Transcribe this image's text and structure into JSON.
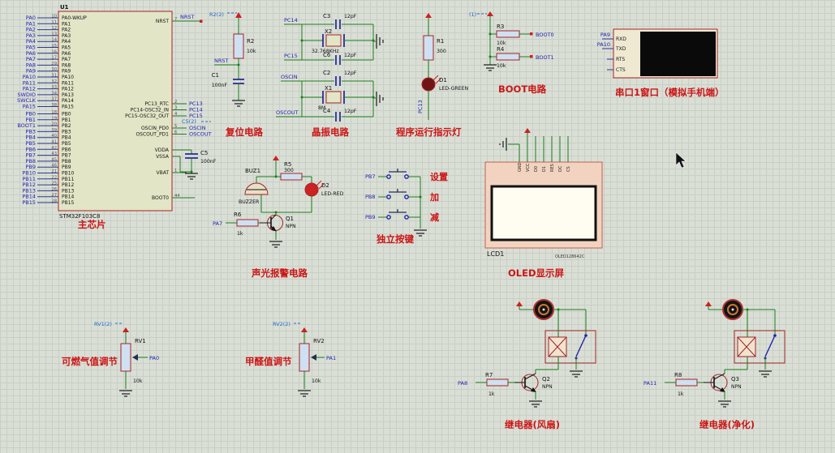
{
  "colors": {
    "wire": "#1b7f1b",
    "net_label": "#2222b0",
    "caption": "#cc1515",
    "outline": "#a52424"
  },
  "chip": {
    "ref": "U1",
    "part": "STM32F103C8",
    "caption": "主芯片",
    "left_pins": [
      {
        "net": "PA0",
        "num": "10",
        "name": "PA0-WKUP"
      },
      {
        "net": "PA1",
        "num": "11",
        "name": "PA1"
      },
      {
        "net": "PA2",
        "num": "12",
        "name": "PA2"
      },
      {
        "net": "PA3",
        "num": "13",
        "name": "PA3"
      },
      {
        "net": "PA4",
        "num": "14",
        "name": "PA4"
      },
      {
        "net": "PA5",
        "num": "15",
        "name": "PA5"
      },
      {
        "net": "PA6",
        "num": "16",
        "name": "PA6"
      },
      {
        "net": "PA7",
        "num": "17",
        "name": "PA7"
      },
      {
        "net": "PA8",
        "num": "29",
        "name": "PA8"
      },
      {
        "net": "PA9",
        "num": "30",
        "name": "PA9"
      },
      {
        "net": "PA10",
        "num": "31",
        "name": "PA10"
      },
      {
        "net": "PA11",
        "num": "32",
        "name": "PA11"
      },
      {
        "net": "PA12",
        "num": "33",
        "name": "PA12"
      },
      {
        "net": "SWDIO",
        "num": "34",
        "name": "PA13"
      },
      {
        "net": "SWCLK",
        "num": "37",
        "name": "PA14"
      },
      {
        "net": "PA15",
        "num": "38",
        "name": "PA15"
      },
      {
        "net": "PB0",
        "num": "18",
        "name": "PB0"
      },
      {
        "net": "PB1",
        "num": "19",
        "name": "PB1"
      },
      {
        "net": "BOOT1",
        "num": "20",
        "name": "PB2"
      },
      {
        "net": "PB3",
        "num": "39",
        "name": "PB3"
      },
      {
        "net": "PB4",
        "num": "40",
        "name": "PB4"
      },
      {
        "net": "PB5",
        "num": "41",
        "name": "PB5"
      },
      {
        "net": "PB6",
        "num": "42",
        "name": "PB6"
      },
      {
        "net": "PB7",
        "num": "43",
        "name": "PB7"
      },
      {
        "net": "PB8",
        "num": "45",
        "name": "PB8"
      },
      {
        "net": "PB9",
        "num": "46",
        "name": "PB9"
      },
      {
        "net": "PB10",
        "num": "21",
        "name": "PB10"
      },
      {
        "net": "PB11",
        "num": "22",
        "name": "PB11"
      },
      {
        "net": "PB12",
        "num": "25",
        "name": "PB12"
      },
      {
        "net": "PB13",
        "num": "26",
        "name": "PB13"
      },
      {
        "net": "PB14",
        "num": "27",
        "name": "PB14"
      },
      {
        "net": "PB15",
        "num": "28",
        "name": "PB15"
      }
    ],
    "right_pins": [
      {
        "name": "NRST",
        "num": "7",
        "net": "NRST"
      },
      {
        "name": "PC13_RTC",
        "num": "2",
        "net": "PC13"
      },
      {
        "name": "PC14-OSC32_IN",
        "num": "3",
        "net": "PC14"
      },
      {
        "name": "PC15-OSC32_OUT",
        "num": "4",
        "net": "PC15"
      },
      {
        "name": "OSCIN_PD0",
        "num": "5",
        "net": "OSCIN"
      },
      {
        "name": "OSCOUT_PD1",
        "num": "6",
        "net": "OSCOUT"
      },
      {
        "name": "VDDA",
        "num": "",
        "net": ""
      },
      {
        "name": "VSSA",
        "num": "",
        "net": ""
      },
      {
        "name": "VBAT",
        "num": "1",
        "net": ""
      },
      {
        "name": "BOOT0",
        "num": "44",
        "net": ""
      }
    ]
  },
  "vdd_cap": {
    "probe": "C5(2)",
    "ref": "C5",
    "val": "100nF"
  },
  "reset": {
    "caption": "复位电路",
    "probe": "R2(2)",
    "r_ref": "R2",
    "r_val": "10k",
    "net": "NRST",
    "c_ref": "C1",
    "c_val": "100nF"
  },
  "crystal": {
    "caption": "晶振电路",
    "top": {
      "net_a": "PC14",
      "net_b": "PC15",
      "ca_ref": "C3",
      "ca_val": "12pF",
      "cb_ref": "C6",
      "cb_val": "12pF",
      "x_ref": "X2",
      "x_val": "32.768KHz"
    },
    "bottom": {
      "net_a": "OSCIN",
      "net_b": "OSCOUT",
      "ca_ref": "C2",
      "ca_val": "12pF",
      "cb_ref": "C4",
      "cb_val": "12pF",
      "x_ref": "X1",
      "x_val": "8M"
    }
  },
  "indicator": {
    "caption": "程序运行指示灯",
    "r_ref": "R1",
    "r_val": "300",
    "d_ref": "D1",
    "d_val": "LED-GREEN",
    "net": "PC13"
  },
  "boot": {
    "caption": "BOOT电路",
    "probe": "(1)",
    "r3_ref": "R3",
    "r3_val": "10k",
    "net0": "BOOT0",
    "r4_ref": "R4",
    "r4_val": "10k",
    "net1": "BOOT1"
  },
  "serial": {
    "caption": "串口1窗口（模拟手机端）",
    "pins": [
      "RXD",
      "TXD",
      "RTS",
      "CTS"
    ],
    "net_rx": "PA9",
    "net_tx": "PA10"
  },
  "alarm": {
    "caption": "声光报警电路",
    "buz_ref": "BUZ1",
    "buz_val": "BUZZER",
    "r5_ref": "R5",
    "r5_val": "300",
    "d_ref": "D2",
    "d_val": "LED-RED",
    "q_ref": "Q1",
    "q_val": "NPN",
    "r6_ref": "R6",
    "r6_val": "1k",
    "net": "PA7"
  },
  "keys": {
    "caption": "独立按键",
    "rows": [
      {
        "net": "PB7",
        "label": "设置"
      },
      {
        "net": "PB8",
        "label": "加"
      },
      {
        "net": "PB9",
        "label": "减"
      }
    ]
  },
  "oled": {
    "caption": "OLED显示屏",
    "ref": "LCD1",
    "part": "OLED128642C",
    "pins": [
      "GND",
      "VCC",
      "D0",
      "D1",
      "RES",
      "DC",
      "CS"
    ]
  },
  "pot1": {
    "caption": "可燃气值调节",
    "probe": "RV1(2)",
    "ref": "RV1",
    "val": "10k",
    "net": "PA0"
  },
  "pot2": {
    "caption": "甲醛值调节",
    "probe": "RV2(2)",
    "ref": "RV2",
    "val": "10k",
    "net": "PA1"
  },
  "relay_fan": {
    "caption": "继电器(风扇)",
    "r_ref": "R7",
    "r_val": "1k",
    "q_ref": "Q2",
    "q_val": "NPN",
    "net": "PA8"
  },
  "relay_clean": {
    "caption": "继电器(净化)",
    "r_ref": "R8",
    "r_val": "1k",
    "q_ref": "Q3",
    "q_val": "NPN",
    "net": "PA11"
  }
}
